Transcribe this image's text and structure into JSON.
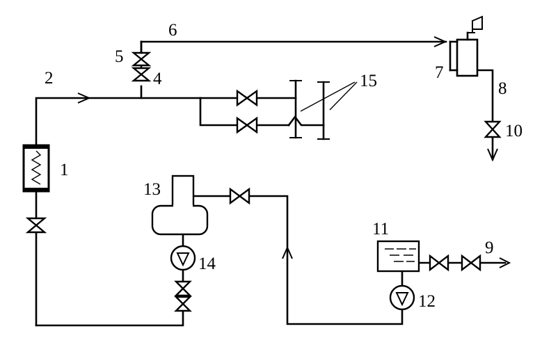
{
  "labels": {
    "l1": "1",
    "l2": "2",
    "l4": "4",
    "l5": "5",
    "l6": "6",
    "l7": "7",
    "l8": "8",
    "l9": "9",
    "l10": "10",
    "l11": "11",
    "l12": "12",
    "l13": "13",
    "l14": "14",
    "l15": "15"
  }
}
